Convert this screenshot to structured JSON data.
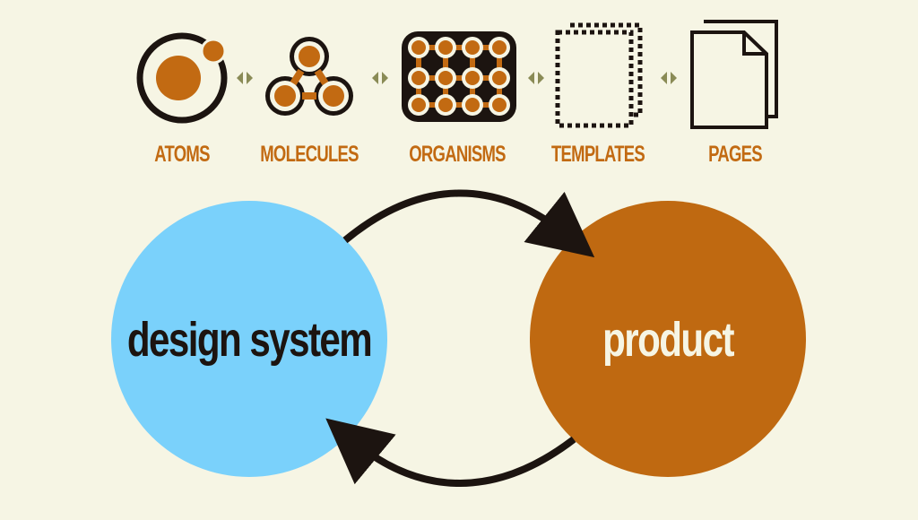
{
  "stages": [
    {
      "label": "ATOMS",
      "icon": "atom-icon"
    },
    {
      "label": "MOLECULES",
      "icon": "molecule-icon"
    },
    {
      "label": "ORGANISMS",
      "icon": "organism-icon"
    },
    {
      "label": "TEMPLATES",
      "icon": "template-icon"
    },
    {
      "label": "PAGES",
      "icon": "pages-icon"
    }
  ],
  "connector_icon": "double-arrow-icon",
  "cycle": {
    "left_label": "design system",
    "right_label": "product",
    "arrow_top": "arrow-design-system-to-product",
    "arrow_bottom": "arrow-product-to-design-system"
  },
  "colors": {
    "background": "#f6f5e4",
    "accent_orange": "#c26a12",
    "design_system_fill": "#7ad1fb",
    "product_fill": "#bf6911",
    "dark": "#1c1410",
    "connector": "#8a8b56",
    "product_text": "#f6f5e4"
  }
}
